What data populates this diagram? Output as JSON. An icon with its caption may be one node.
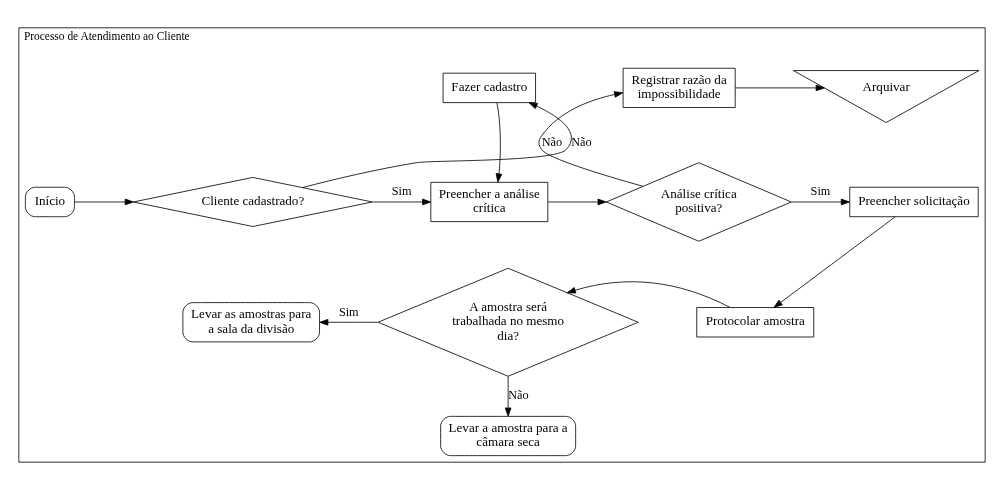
{
  "diagram": {
    "nodes": [
      {
        "text": [
          "Processo de Atendimento ao Cliente"
        ]
      },
      {
        "text": [
          "Início"
        ],
        "in": 0
      },
      {
        "text": [
          "Cliente cadastrado?"
        ],
        "in": 0
      },
      {
        "text": [
          "Fazer cadastro"
        ],
        "in": 0
      },
      {
        "text": [
          "Preencher a análise crítica"
        ],
        "in": 0
      },
      {
        "text": [
          "Análise crítica positiva?"
        ],
        "in": 0
      },
      {
        "text": [
          "Registrar razão da impossibilidade"
        ],
        "in": 0
      },
      {
        "text": [
          "Arquivar"
        ],
        "in": 0
      },
      {
        "text": [
          "Preencher solicitação"
        ],
        "in": 0
      },
      {
        "text": [
          "Protocolar amostra"
        ],
        "in": 0
      },
      {
        "text": [
          "A amostra será trabalhada no mesmo dia?"
        ],
        "in": 0
      },
      {
        "text": [
          "Levar as amostras para a sala da divisão"
        ],
        "in": 0
      },
      {
        "text": [
          "Levar a amostra para a câmara seca"
        ],
        "in": 0
      }
    ],
    "edges": [
      {
        "from": 1,
        "to": 2,
        "arrow": "to"
      },
      {
        "from": 2,
        "to": 3,
        "arrow": "to",
        "label": "Não"
      },
      {
        "from": 3,
        "to": 4,
        "arrow": "to"
      },
      {
        "from": 2,
        "to": 4,
        "arrow": "to",
        "label": "Sim"
      },
      {
        "from": 4,
        "to": 5,
        "arrow": "to"
      },
      {
        "from": 5,
        "to": 6,
        "arrow": "to",
        "label": "Não"
      },
      {
        "from": 6,
        "to": 7,
        "arrow": "to"
      },
      {
        "from": 5,
        "to": 8,
        "arrow": "to",
        "label": "Sim"
      },
      {
        "from": 8,
        "to": 9,
        "arrow": "to"
      },
      {
        "from": 9,
        "to": 10,
        "arrow": "to"
      },
      {
        "from": 10,
        "to": 11,
        "arrow": "to",
        "label": "Sim"
      },
      {
        "from": 10,
        "to": 12,
        "arrow": "to",
        "label": "Não"
      }
    ]
  }
}
